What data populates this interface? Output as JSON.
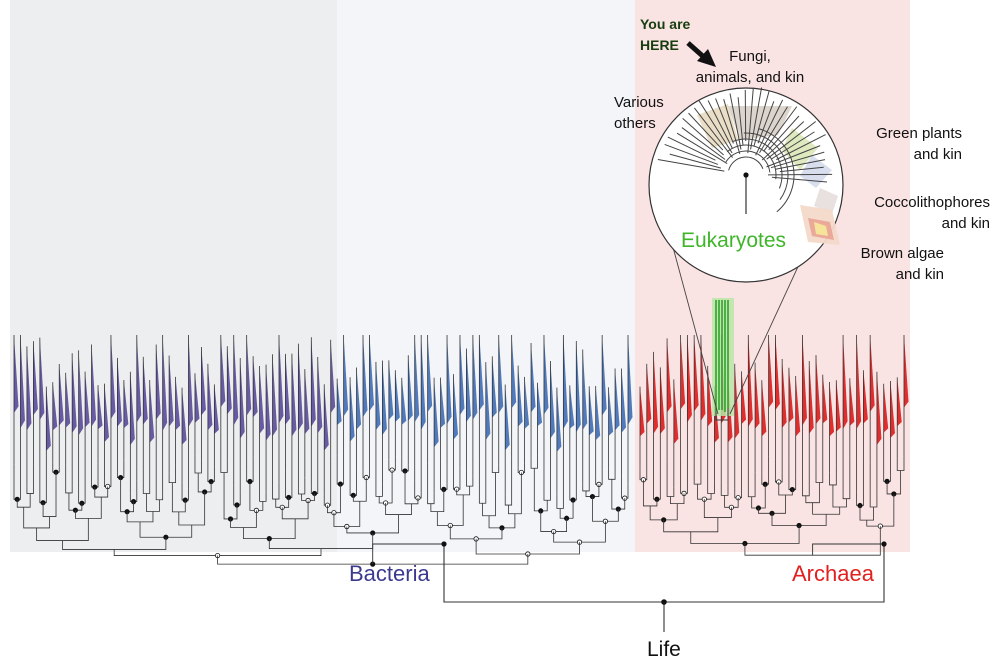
{
  "domains": {
    "bacteria": {
      "label": "Bacteria",
      "color": "#3b3a8f"
    },
    "archaea": {
      "label": "Archaea",
      "color": "#e0211f"
    },
    "eukaryotes": {
      "label": "Eukaryotes",
      "color": "#3fb52a"
    }
  },
  "root_label": "Life",
  "callout": {
    "line1": "You are",
    "line2": "HERE",
    "color": "#173d0e"
  },
  "eukaryote_groups": {
    "fungi": {
      "line1": "Fungi,",
      "line2": "animals, and kin"
    },
    "various": {
      "line1": "Various",
      "line2": "others"
    },
    "green_plants": {
      "line1": "Green plants",
      "line2": "and kin"
    },
    "coccolithophores": {
      "line1": "Coccolithophores",
      "line2": "and kin"
    },
    "brown_algae": {
      "line1": "Brown algae",
      "line2": "and kin"
    }
  },
  "colors": {
    "bacteria_panel_1": "#eceef0",
    "bacteria_panel_2": "#f3f5f8",
    "archaea_panel": "#fae3e3",
    "bacteria_purple": "#5a4a9a",
    "bacteria_blue": "#3e6db5",
    "archaea_red": "#dd1a1a",
    "branch": "#333333"
  }
}
